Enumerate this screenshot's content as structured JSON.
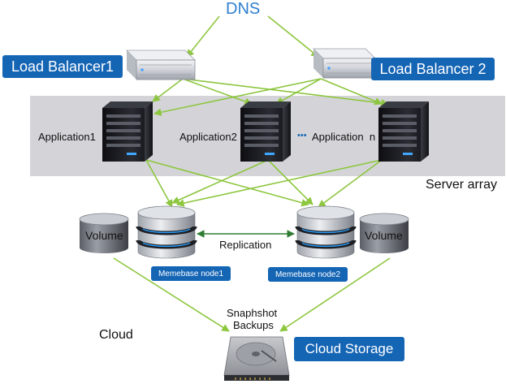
{
  "dns_label": "DNS",
  "load_balancers": [
    "Load Balancer1",
    "Load Balancer 2"
  ],
  "applications": [
    "Application1",
    "Application2",
    "Application  n"
  ],
  "ellipsis": "•••",
  "server_array_label": "Server array",
  "volume_label": "Volume",
  "replication_label": "Replication",
  "memebase_nodes": [
    "Memebase node1",
    "Memebase node2"
  ],
  "snapshot_label": "Snaphshot",
  "backups_label": "Backups",
  "cloud_label": "Cloud",
  "cloud_storage_label": "Cloud Storage",
  "colors": {
    "accent_blue": "#1565b5",
    "dns_blue": "#2f7fd0",
    "connector_green": "#8dc63f",
    "server_array_bg": "#d4d4d8",
    "replication_arrow": "#2e7d32"
  }
}
